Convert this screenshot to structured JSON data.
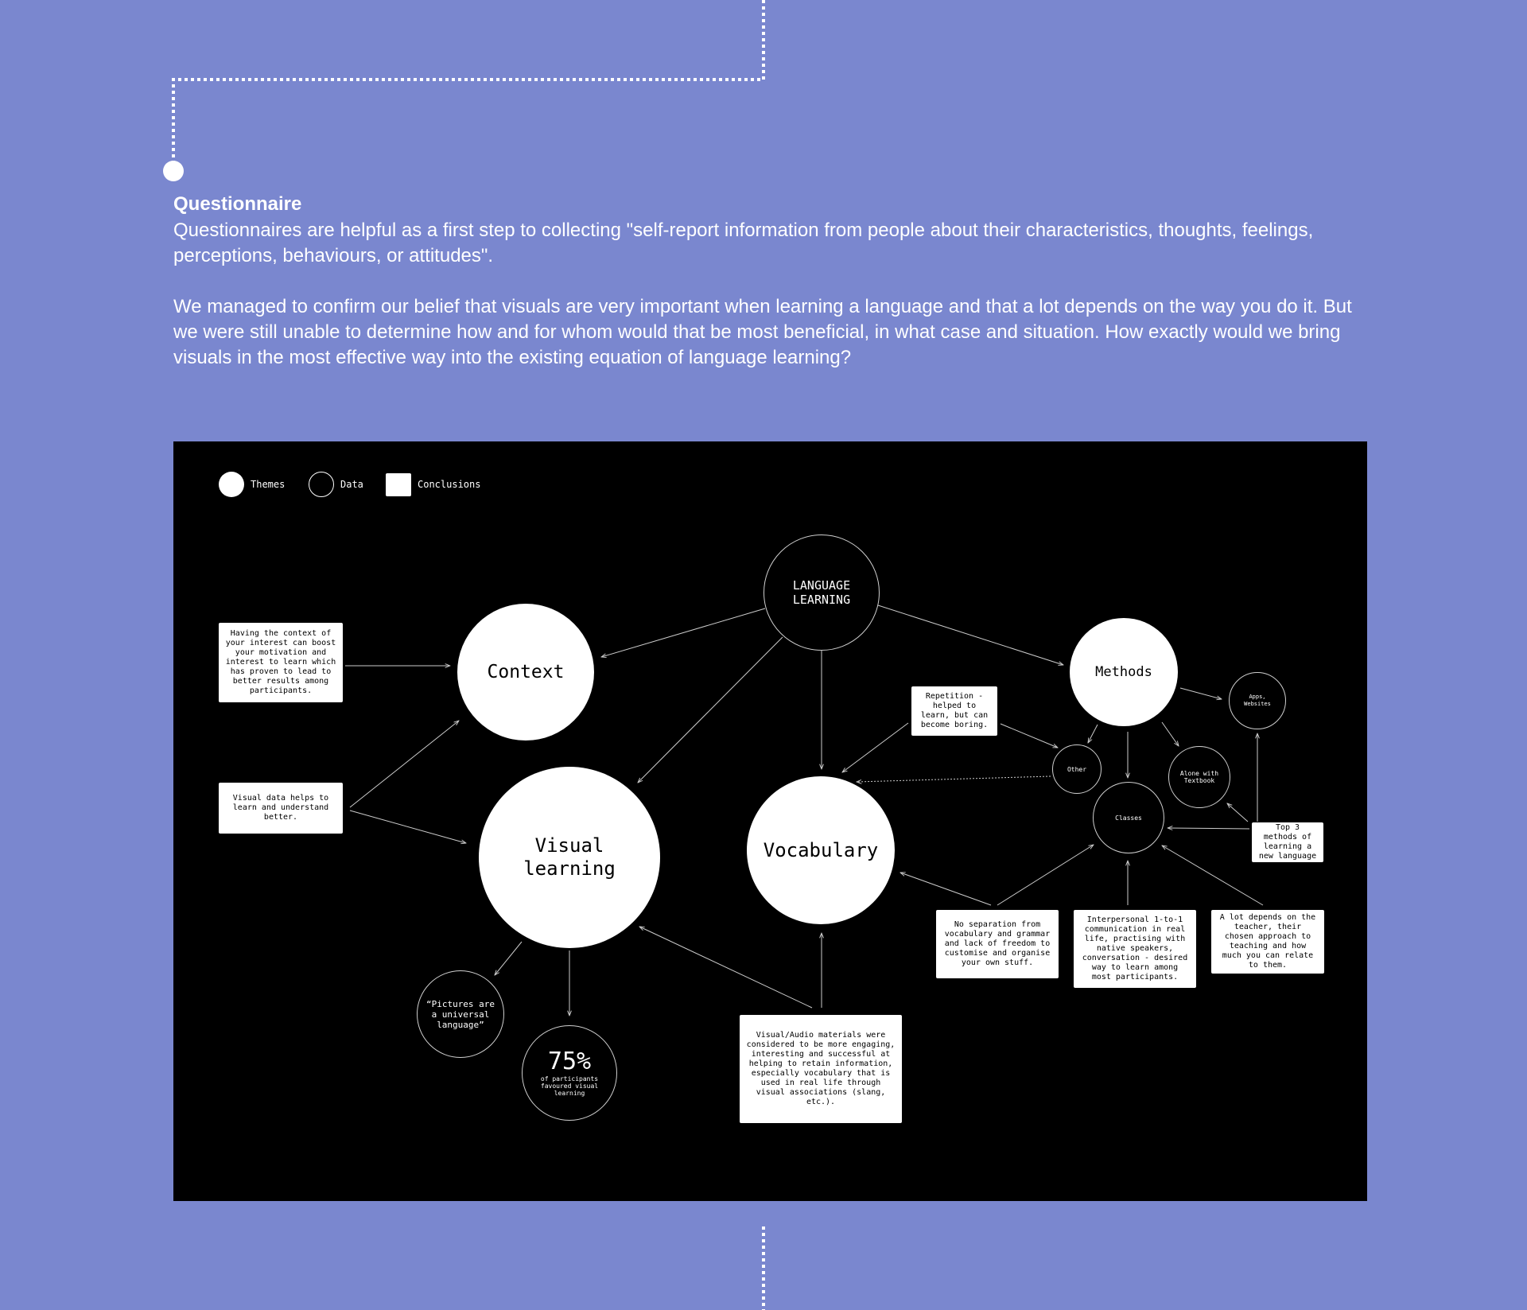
{
  "section": {
    "title": "Questionnaire",
    "paragraphs": [
      "Questionnaires are helpful as a first step to collecting \"self-report information from people about their characteristics, thoughts, feelings, perceptions, behaviours, or attitudes\".",
      "We managed to confirm our belief that visuals are very important when learning a language and that a lot depends on the way you do it. But we were still unable to determine how and for whom would that be most beneficial, in what case and situation. How exactly would we bring visuals in the most effective way into the existing equation of language learning?"
    ]
  },
  "legend": {
    "themes": "Themes",
    "data": "Data",
    "conclusions": "Conclusions"
  },
  "themes": {
    "language_learning": "LANGUAGE\nLEARNING",
    "context": "Context",
    "visual_learning": "Visual\nlearning",
    "vocabulary": "Vocabulary",
    "methods": "Methods"
  },
  "data_nodes": {
    "apps": "Apps,\nWebsites",
    "other": "Other",
    "alone": "Alone with\nTextbook",
    "classes": "Classes",
    "pictures_quote": "“Pictures are\na universal\nlanguage”",
    "percent_value": "75%",
    "percent_caption": "of participants\nfavoured visual\nlearning"
  },
  "conclusions": {
    "context_motivation": "Having the context of your interest can boost your motivation and interest to learn which has proven to lead to better results among participants.",
    "visual_data": "Visual data helps to learn and understand better.",
    "repetition": "Repetition - helped to learn, but can become boring.",
    "top3": "Top 3 methods of learning a new language",
    "no_separation": "No separation from vocabulary and grammar and lack of freedom to customise and organise your own stuff.",
    "interpersonal": "Interpersonal 1-to-1 communication in real life, practising with native speakers, conversation - desired way to learn among most participants.",
    "teacher": "A lot depends on the teacher, their chosen approach to teaching and how much you can relate to them.",
    "visual_audio": "Visual/Audio materials were considered to be more engaging, interesting and successful at helping to retain information, especially vocabulary that is used in real life through visual associations (slang, etc.)."
  },
  "colors": {
    "page_background": "#7a87cf",
    "diagram_background": "#000000",
    "node_fill": "#ffffff",
    "connector_line": "#cccccc"
  }
}
